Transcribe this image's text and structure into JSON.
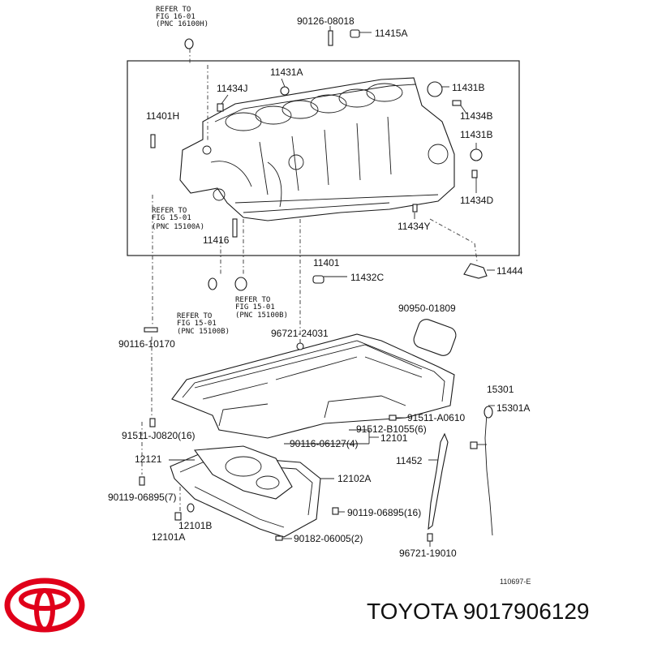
{
  "parts": {
    "p11415A": "11415A",
    "p90126": "90126-08018",
    "p11431A": "11431A",
    "p11434J": "11434J",
    "p11431B_top": "11431B",
    "p11434B": "11434B",
    "p11431B_mid": "11431B",
    "p11401H": "11401H",
    "p11434D": "11434D",
    "p11434Y": "11434Y",
    "p11416": "11416",
    "p11401": "11401",
    "p11432C": "11432C",
    "p11444": "11444",
    "p90950": "90950-01809",
    "p96721_24031": "96721-24031",
    "p90116_10170": "90116-10170",
    "p15301": "15301",
    "p15301A": "15301A",
    "p91511_A0610": "91511-A0610",
    "p91512": "91512-B1055(6)",
    "p91511_J0820": "91511-J0820(16)",
    "p90116_06127": "90116-06127(4)",
    "p12101": "12101",
    "p12121": "12121",
    "p11452": "11452",
    "p12102A": "12102A",
    "p90119_7": "90119-06895(7)",
    "p90119_16": "90119-06895(16)",
    "p12101B": "12101B",
    "p12101A": "12101A",
    "p90182": "90182-06005(2)",
    "p96721_19010": "96721-19010"
  },
  "refs": {
    "r1": [
      "REFER TO",
      "FIG 16-01",
      "(PNC 16100H)"
    ],
    "r2": [
      "REFER TO",
      "FIG 15-01",
      "(PNC 15100A)"
    ],
    "r3": [
      "REFER TO",
      "FIG 15-01",
      "(PNC 15100B)"
    ],
    "r4": [
      "REFER TO",
      "FIG 15-01",
      "(PNC 15100B)"
    ]
  },
  "diagram_code": "110697-E",
  "brand": {
    "text": "TOYOTA 9017906129",
    "logo": "toyota-logo",
    "logo_color": "#e0001a"
  }
}
